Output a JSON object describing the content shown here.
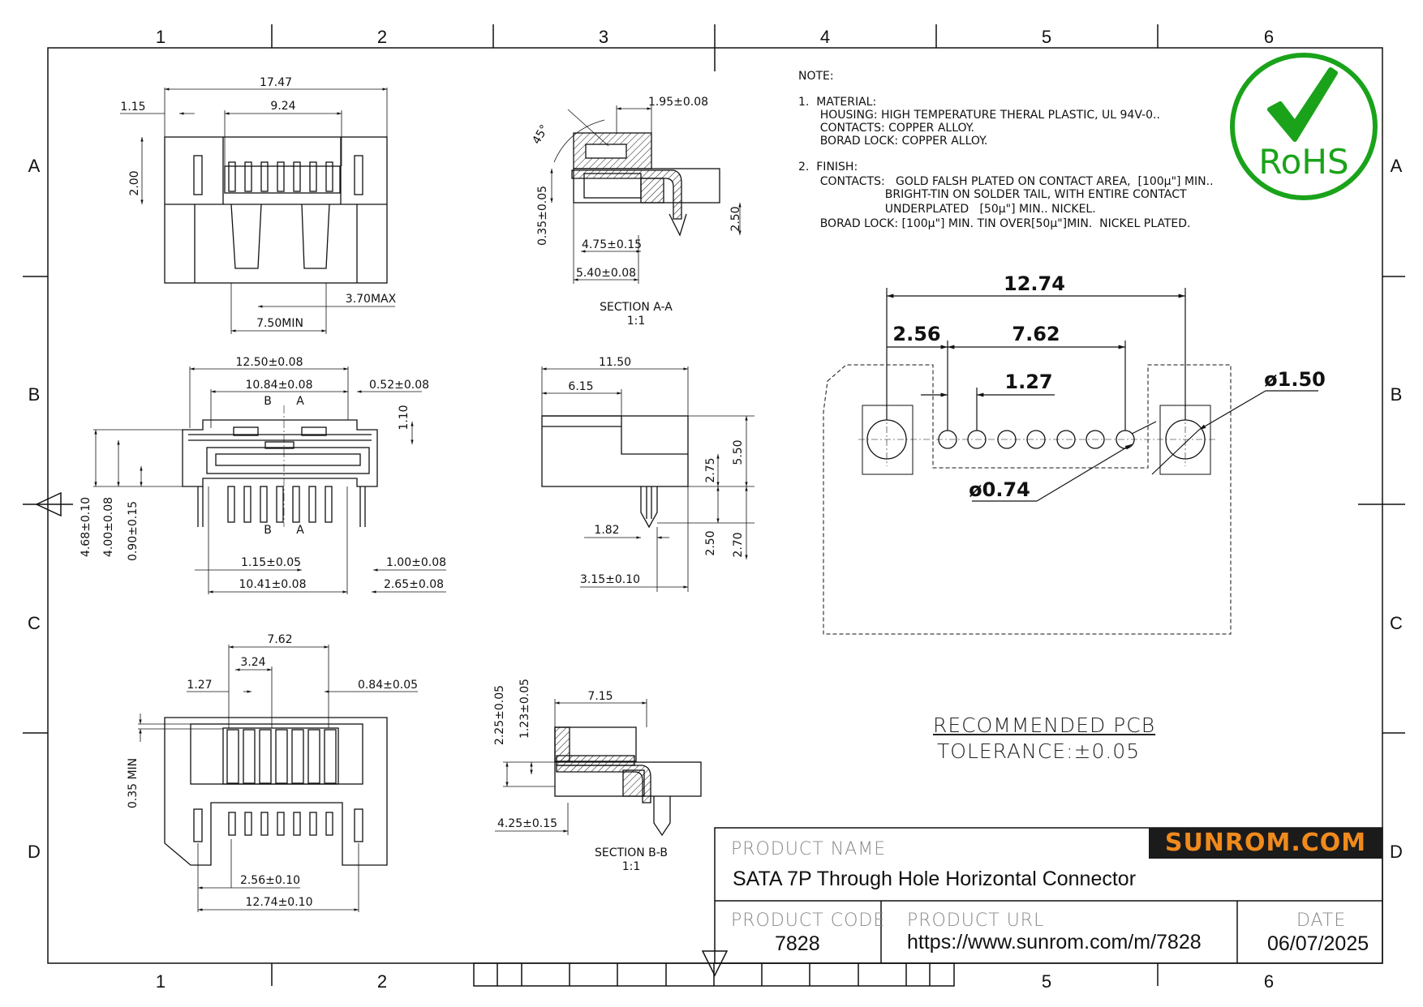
{
  "grid": {
    "columns": [
      "1",
      "2",
      "3",
      "4",
      "5",
      "6"
    ],
    "rows": [
      "A",
      "B",
      "C",
      "D"
    ]
  },
  "note": {
    "heading": "NOTE:",
    "lines": [
      "1.  MATERIAL:",
      "      HOUSING: HIGH TEMPERATURE THERAL PLASTIC, UL 94V-0..",
      "      CONTACTS: COPPER ALLOY.",
      "      BORAD LOCK: COPPER ALLOY.",
      "",
      "2.  FINISH:",
      "      CONTACTS:   GOLD FALSH PLATED ON CONTACT AREA,  [100μ\"] MIN..",
      "                        BRIGHT-TIN ON SOLDER TAIL, WITH ENTIRE CONTACT",
      "                        UNDERPLATED   [50μ\"] MIN.. NICKEL.",
      "      BORAD LOCK: [100μ\"] MIN. TIN OVER[50μ\"]MIN.  NICKEL PLATED."
    ]
  },
  "rohs": "RoHS",
  "views": {
    "top": {
      "dims": [
        "17.47",
        "1.15",
        "9.24",
        "2.00",
        "3.70MAX",
        "7.50MIN"
      ]
    },
    "section_aa": {
      "dims": [
        "1.95±0.08",
        "45°",
        "0.35±0.05",
        "2.50",
        "4.75±0.15",
        "5.40±0.08"
      ],
      "title": "SECTION   A-A",
      "scale": "1:1"
    },
    "front": {
      "dims": [
        "12.50±0.08",
        "10.84±0.08",
        "0.52±0.08",
        "1.10",
        "4.68±0.10",
        "4.00±0.08",
        "0.90±0.15",
        "1.15±0.05",
        "1.00±0.08",
        "10.41±0.08",
        "2.65±0.08"
      ],
      "marks": [
        "B",
        "A",
        "B",
        "A"
      ]
    },
    "side": {
      "dims": [
        "11.50",
        "6.15",
        "5.50",
        "2.75",
        "1.82",
        "2.50",
        "2.70",
        "3.15±0.10"
      ]
    },
    "bottom": {
      "dims": [
        "7.62",
        "3.24",
        "1.27",
        "0.84±0.05",
        "0.35 MIN",
        "2.56±0.10",
        "12.74±0.10"
      ]
    },
    "section_bb": {
      "dims": [
        "7.15",
        "2.25±0.05",
        "1.23±0.05",
        "4.25±0.15"
      ],
      "title": "SECTION   B-B",
      "scale": "1:1"
    },
    "pcb": {
      "dims": [
        "12.74",
        "2.56",
        "7.62",
        "1.27",
        "ø1.50",
        "ø0.74"
      ],
      "title": "RECOMMENDED  PCB",
      "tolerance": "TOLERANCE:±0.05"
    }
  },
  "title_block": {
    "product_name_label": "PRODUCT NAME",
    "product_name": "SATA 7P Through Hole Horizontal Connector",
    "product_code_label": "PRODUCT CODE",
    "product_code": "7828",
    "product_url_label": "PRODUCT URL",
    "product_url": "https://www.sunrom.com/m/7828",
    "date_label": "DATE",
    "date": "06/07/2025",
    "logo": "SUNROM.COM"
  },
  "colors": {
    "line": "#111111",
    "rohs_green": "#1aa31a",
    "logo_bg": "#1b1b1b",
    "logo_text": "#f08a1c",
    "label_gray": "#888888"
  }
}
